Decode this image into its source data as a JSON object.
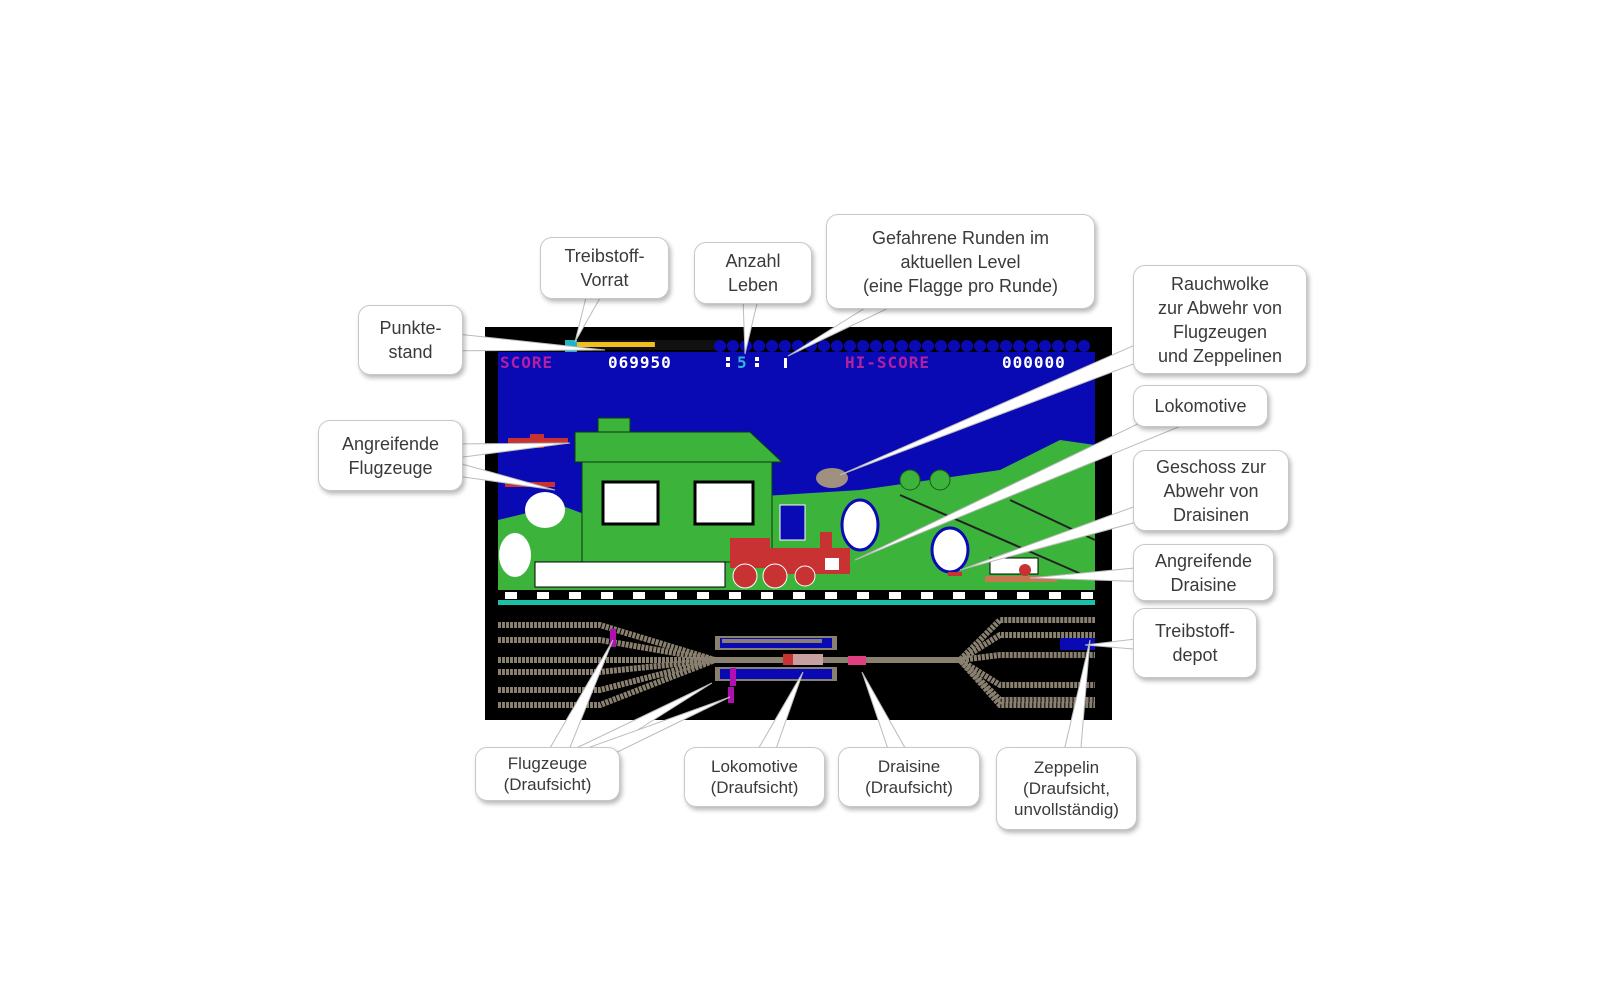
{
  "game": {
    "score_label": "SCORE",
    "score_value": "069950",
    "lives_value": "5",
    "hiscore_label": "HI-SCORE",
    "hiscore_value": "000000",
    "fuel_fraction": 0.58
  },
  "callouts": [
    {
      "id": "punktestand",
      "text": "Punkte-\nstand"
    },
    {
      "id": "treibstoff-vorrat",
      "text": "Treibstoff-\nVorrat"
    },
    {
      "id": "anzahl-leben",
      "text": "Anzahl\nLeben"
    },
    {
      "id": "gefahrene-runden",
      "text": "Gefahrene Runden im\naktuellen Level\n(eine Flagge pro Runde)"
    },
    {
      "id": "rauchwolke",
      "text": "Rauchwolke\nzur Abwehr von\nFlugzeugen\nund Zeppelinen"
    },
    {
      "id": "lokomotive",
      "text": "Lokomotive"
    },
    {
      "id": "geschoss",
      "text": "Geschoss zur\nAbwehr von\nDraisinen"
    },
    {
      "id": "angreifende-draisine",
      "text": "Angreifende\nDraisine"
    },
    {
      "id": "treibstoffdepot",
      "text": "Treibstoff-\ndepot"
    },
    {
      "id": "angreifende-flugzeuge",
      "text": "Angreifende\nFlugzeuge"
    },
    {
      "id": "flugzeuge-draufsicht",
      "text": "Flugzeuge\n(Draufsicht)"
    },
    {
      "id": "lokomotive-draufsicht",
      "text": "Lokomotive\n(Draufsicht)"
    },
    {
      "id": "draisine-draufsicht",
      "text": "Draisine\n(Draufsicht)"
    },
    {
      "id": "zeppelin-draufsicht",
      "text": "Zeppelin\n(Draufsicht,\nunvollständig)"
    }
  ]
}
